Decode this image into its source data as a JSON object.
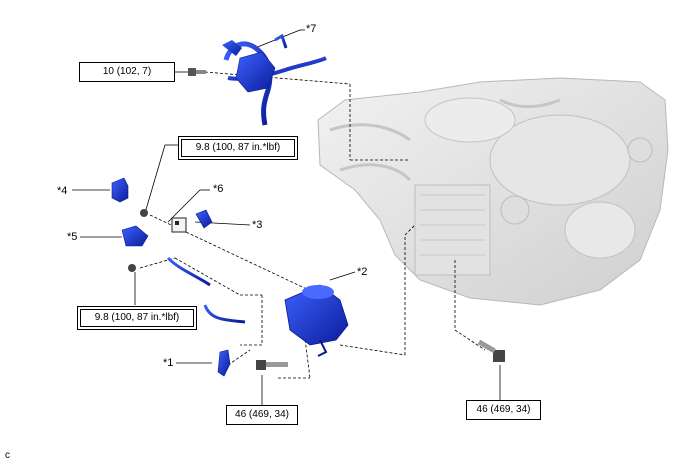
{
  "labels": {
    "l1": "*1",
    "l2": "*2",
    "l3": "*3",
    "l4": "*4",
    "l5": "*5",
    "l6": "*6",
    "l7": "*7"
  },
  "torque": {
    "t_top": "10 (102, 7)",
    "t_mid_upper": "9.8 (100, 87 in.*lbf)",
    "t_mid_lower": "9.8 (100, 87 in.*lbf)",
    "t_bottom_mid": "46 (469, 34)",
    "t_bottom_right": "46 (469, 34)"
  },
  "corner_letter": "c",
  "colors": {
    "part_blue": "#1f3fd6",
    "part_dark": "#0a1a8a",
    "engine_grey": "#d8d8d8",
    "line": "#000000"
  }
}
